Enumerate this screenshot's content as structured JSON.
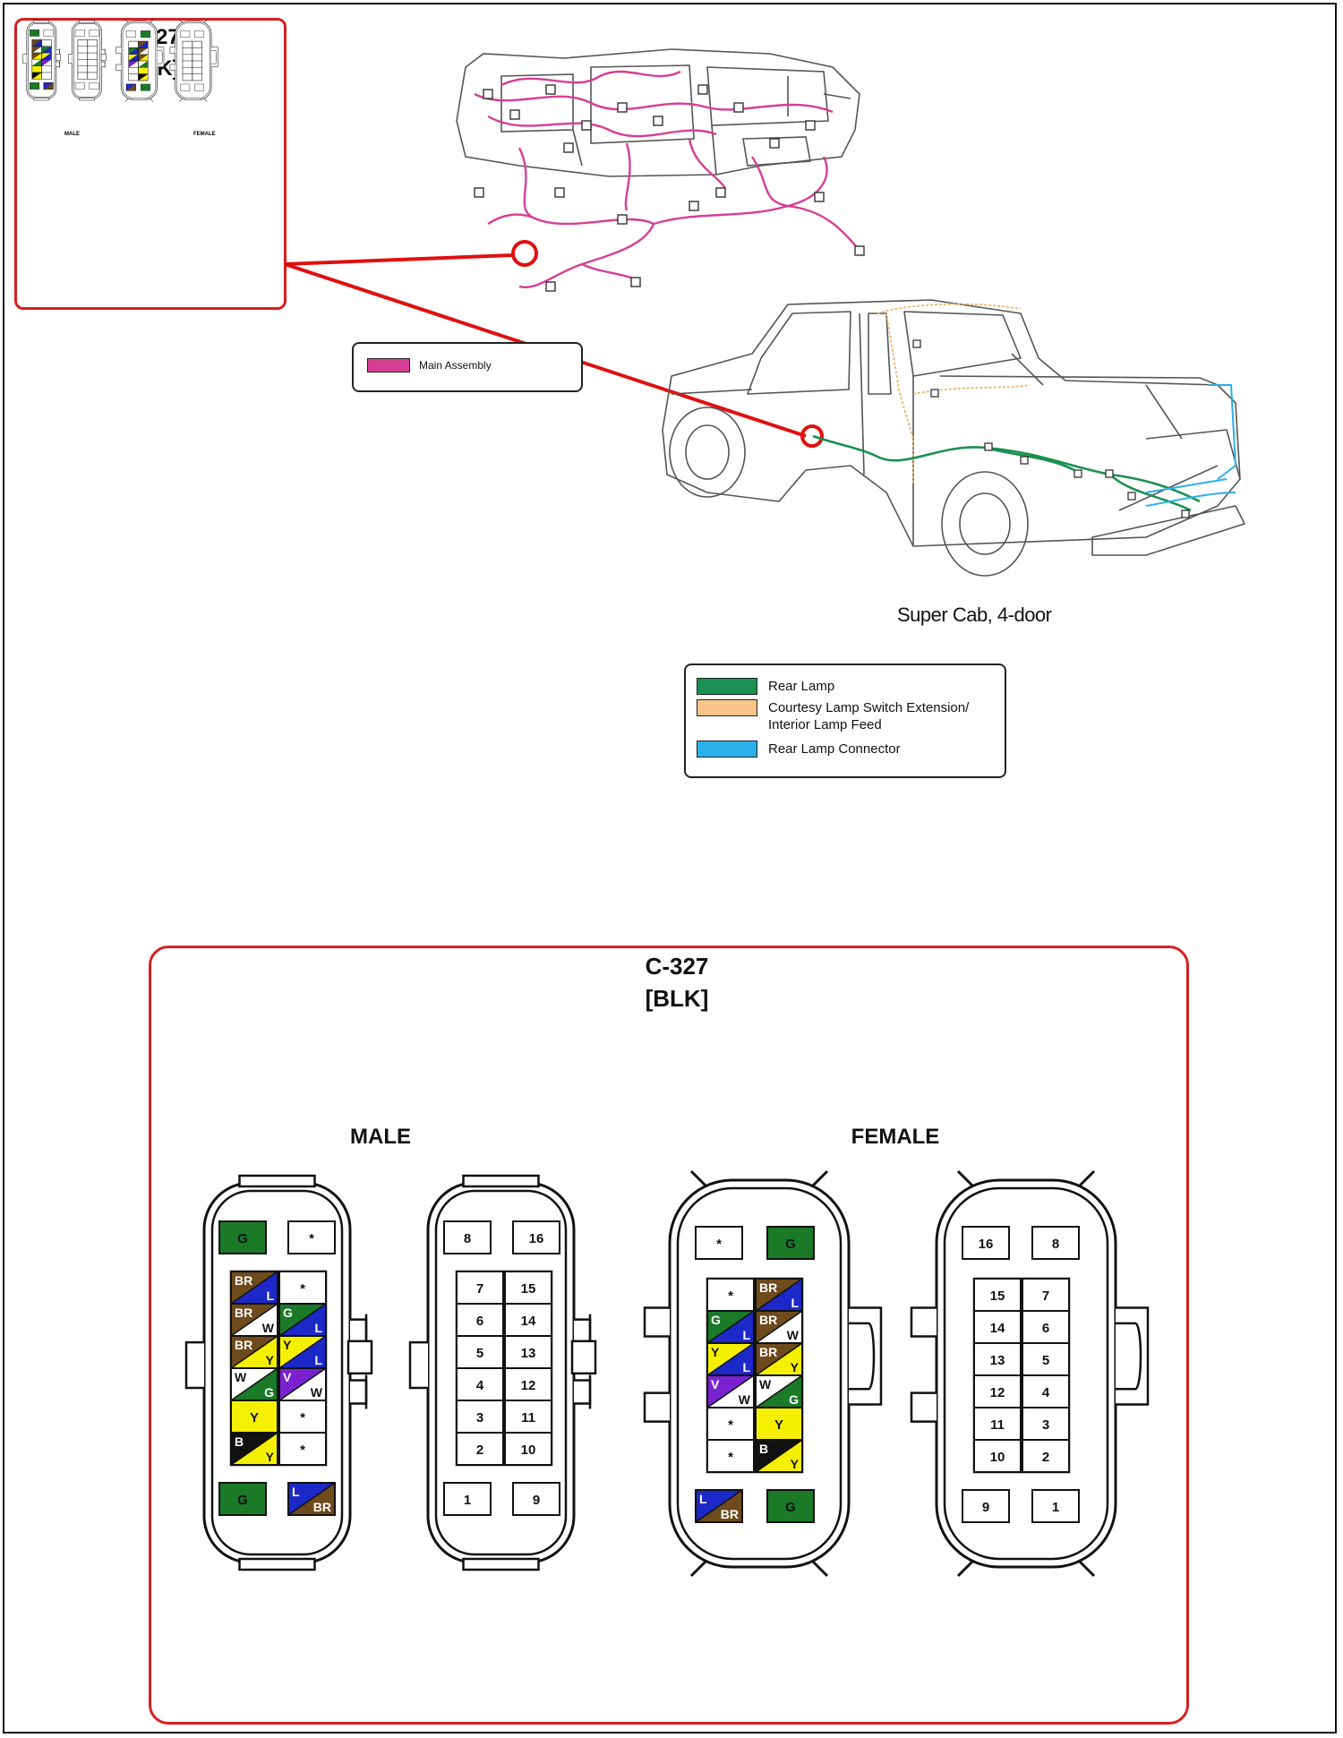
{
  "inset": {
    "title": "C-327",
    "color_code": "[BLK]",
    "male_label": "MALE",
    "female_label": "FEMALE"
  },
  "main_assembly_legend": {
    "label": "Main Assembly",
    "color": "#d63e95"
  },
  "vehicle_caption": "Super Cab, 4-door",
  "harness_legend": [
    {
      "label": "Rear Lamp",
      "color": "#1a9150"
    },
    {
      "label": "Courtesy Lamp Switch Extension/\nInterior Lamp Feed",
      "color": "#f9c48a"
    },
    {
      "label": "Rear Lamp  Connector",
      "color": "#2ab0e8"
    }
  ],
  "detail": {
    "title": "C-327",
    "color_code": "[BLK]",
    "male_label": "MALE",
    "female_label": "FEMALE",
    "male_wire_view": {
      "top": [
        {
          "c1": "G"
        },
        {
          "c1": "*"
        }
      ],
      "grid": [
        [
          {
            "c1": "BR",
            "c2": "L"
          },
          {
            "c1": "*"
          }
        ],
        [
          {
            "c1": "BR",
            "c2": "W"
          },
          {
            "c1": "G",
            "c2": "L"
          }
        ],
        [
          {
            "c1": "BR",
            "c2": "Y"
          },
          {
            "c1": "Y",
            "c2": "L"
          }
        ],
        [
          {
            "c1": "W",
            "c2": "G"
          },
          {
            "c1": "V",
            "c2": "W"
          }
        ],
        [
          {
            "c1": "Y"
          },
          {
            "c1": "*"
          }
        ],
        [
          {
            "c1": "B",
            "c2": "Y"
          },
          {
            "c1": "*"
          }
        ]
      ],
      "bottom": [
        {
          "c1": "G"
        },
        {
          "c1": "L",
          "c2": "BR"
        }
      ]
    },
    "male_pin_view": {
      "top": [
        "8",
        "16"
      ],
      "grid": [
        [
          "7",
          "15"
        ],
        [
          "6",
          "14"
        ],
        [
          "5",
          "13"
        ],
        [
          "4",
          "12"
        ],
        [
          "3",
          "11"
        ],
        [
          "2",
          "10"
        ]
      ],
      "bottom": [
        "1",
        "9"
      ]
    },
    "female_wire_view": {
      "top": [
        {
          "c1": "*"
        },
        {
          "c1": "G"
        }
      ],
      "grid": [
        [
          {
            "c1": "*"
          },
          {
            "c1": "BR",
            "c2": "L"
          }
        ],
        [
          {
            "c1": "G",
            "c2": "L"
          },
          {
            "c1": "BR",
            "c2": "W"
          }
        ],
        [
          {
            "c1": "Y",
            "c2": "L"
          },
          {
            "c1": "BR",
            "c2": "Y"
          }
        ],
        [
          {
            "c1": "V",
            "c2": "W"
          },
          {
            "c1": "W",
            "c2": "G"
          }
        ],
        [
          {
            "c1": "*"
          },
          {
            "c1": "Y"
          }
        ],
        [
          {
            "c1": "*"
          },
          {
            "c1": "B",
            "c2": "Y"
          }
        ]
      ],
      "bottom": [
        {
          "c1": "L",
          "c2": "BR"
        },
        {
          "c1": "G"
        }
      ]
    },
    "female_pin_view": {
      "top": [
        "16",
        "8"
      ],
      "grid": [
        [
          "15",
          "7"
        ],
        [
          "14",
          "6"
        ],
        [
          "13",
          "5"
        ],
        [
          "12",
          "4"
        ],
        [
          "11",
          "3"
        ],
        [
          "10",
          "2"
        ]
      ],
      "bottom": [
        "9",
        "1"
      ]
    }
  },
  "wire_colors": {
    "G": "#1a7a28",
    "BR": "#6e4a1c",
    "L": "#1c28c8",
    "Y": "#f5f000",
    "W": "#ffffff",
    "V": "#7a22d0",
    "B": "#111111",
    "*": "#ffffff"
  }
}
